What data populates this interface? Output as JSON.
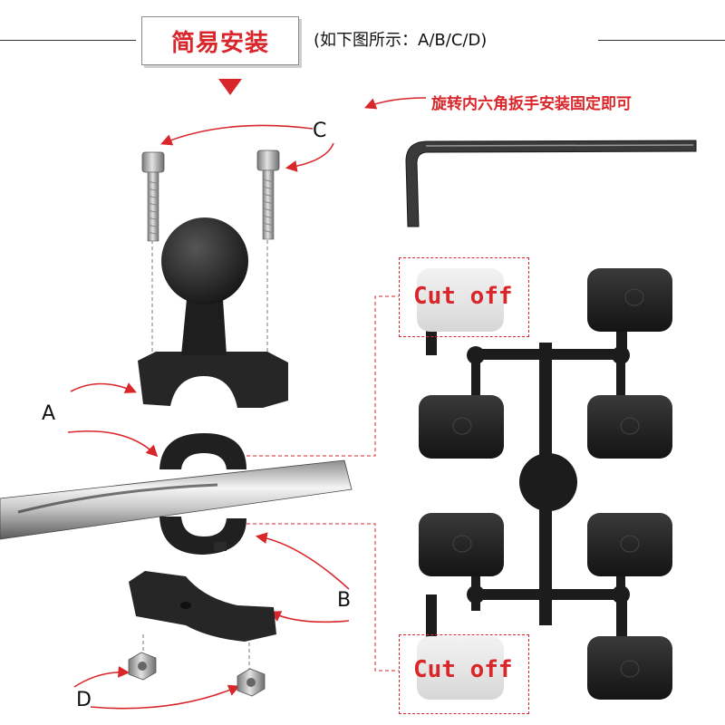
{
  "header": {
    "title": "简易安装",
    "subtitle": "(如下图所示：A/B/C/D)"
  },
  "instruction": "旋转内六角扳手安装固定即可",
  "labels": {
    "a": "A",
    "b": "B",
    "c": "C",
    "d": "D"
  },
  "cut_off": {
    "top": "Cut off",
    "bottom": "Cut off"
  },
  "colors": {
    "accent": "#d9262b",
    "part": "#1f1f1f"
  }
}
